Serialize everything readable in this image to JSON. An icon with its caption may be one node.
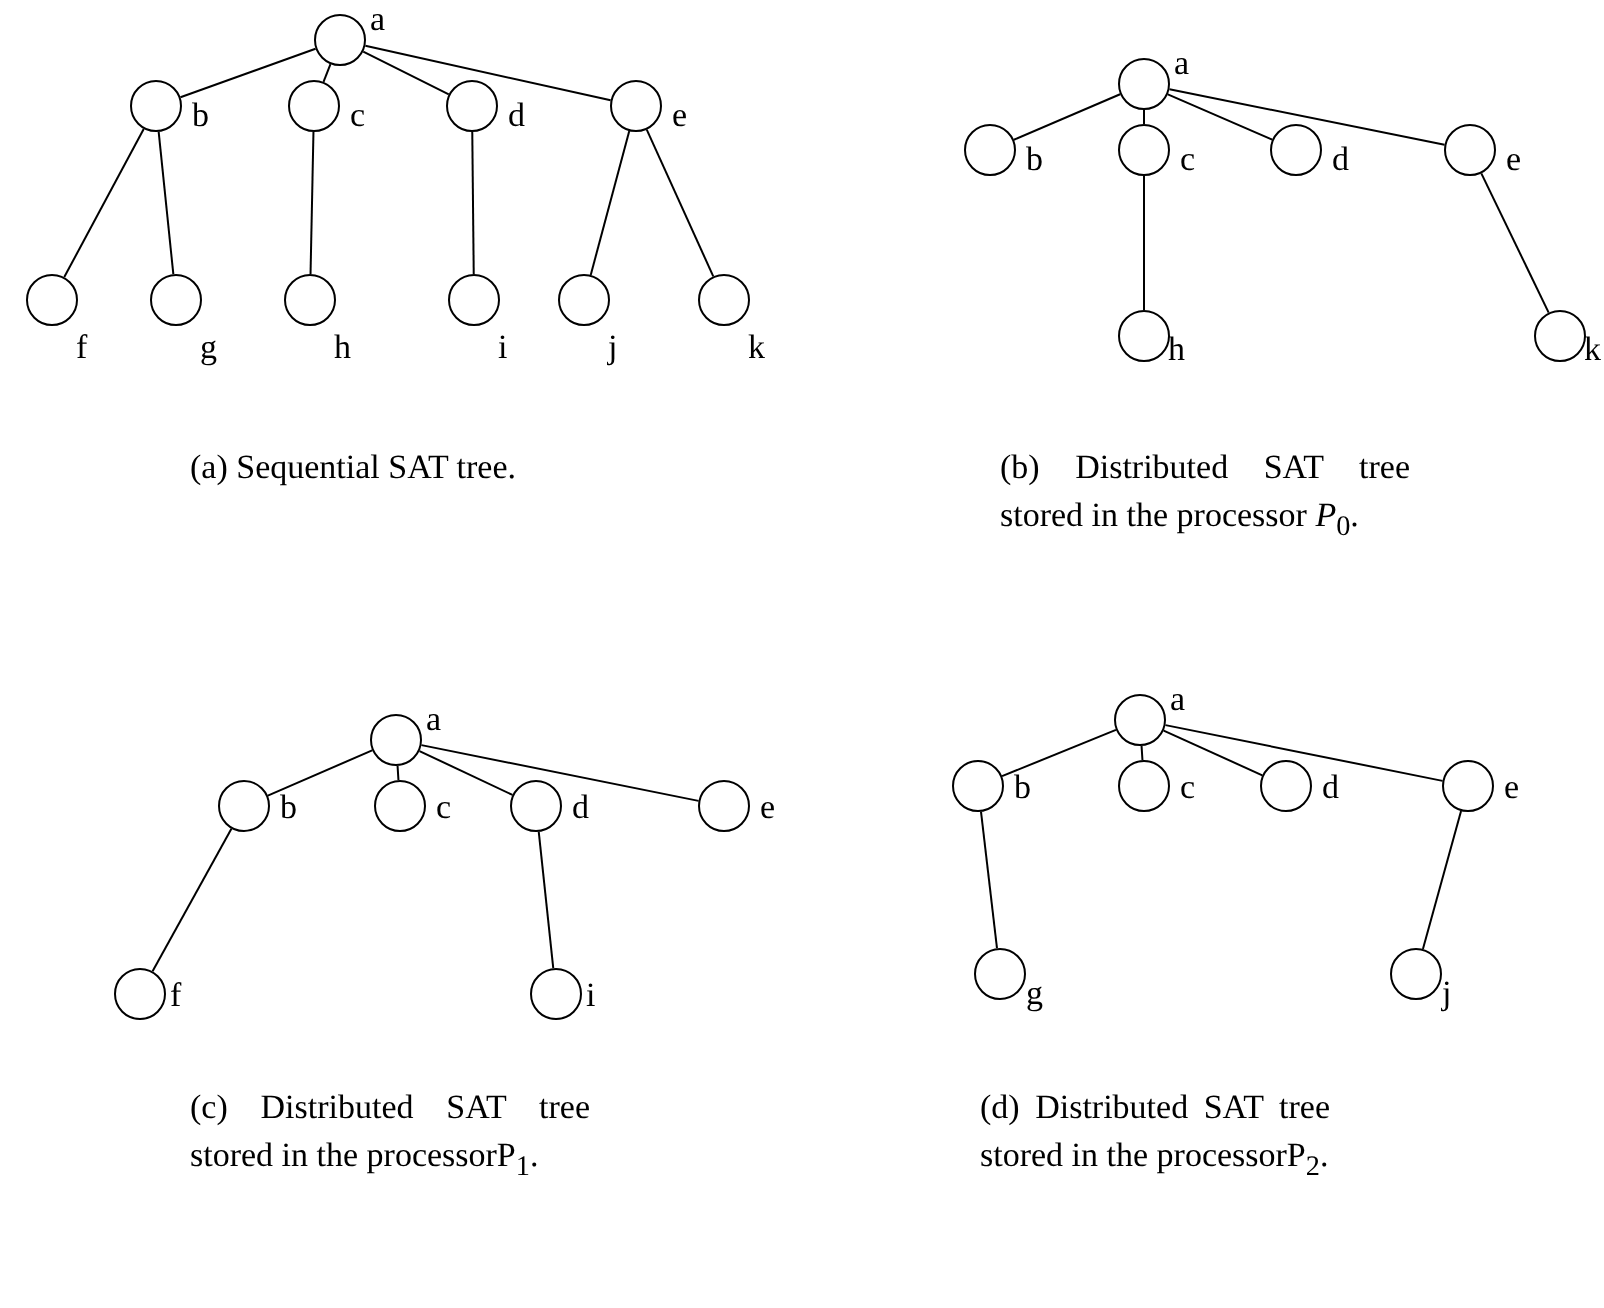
{
  "diagram": {
    "nodes": [
      {
        "text": [],
        "shape": "circle",
        "beside": [
          "a"
        ]
      },
      {
        "text": [],
        "shape": "circle",
        "beside": [
          "b"
        ]
      },
      {
        "text": [],
        "shape": "circle",
        "beside": [
          "c"
        ]
      },
      {
        "text": [],
        "shape": "circle",
        "beside": [
          "d"
        ]
      },
      {
        "text": [],
        "shape": "circle",
        "beside": [
          "e"
        ]
      },
      {
        "text": [],
        "shape": "circle",
        "beside": [
          "f"
        ]
      },
      {
        "text": [],
        "shape": "circle",
        "beside": [
          "g"
        ]
      },
      {
        "text": [],
        "shape": "circle",
        "beside": [
          "h"
        ]
      },
      {
        "text": [],
        "shape": "circle",
        "beside": [
          "i"
        ]
      },
      {
        "text": [],
        "shape": "circle",
        "beside": [
          "j"
        ]
      },
      {
        "text": [],
        "shape": "circle",
        "beside": [
          "k"
        ]
      },
      {
        "text": [],
        "shape": "circle",
        "beside": [
          "a"
        ]
      },
      {
        "text": [],
        "shape": "circle",
        "beside": [
          "b"
        ]
      },
      {
        "text": [],
        "shape": "circle",
        "beside": [
          "c"
        ]
      },
      {
        "text": [],
        "shape": "circle",
        "beside": [
          "d"
        ]
      },
      {
        "text": [],
        "shape": "circle",
        "beside": [
          "e"
        ]
      },
      {
        "text": [],
        "shape": "circle",
        "beside": [
          "h"
        ]
      },
      {
        "text": [],
        "shape": "circle",
        "beside": [
          "k"
        ]
      },
      {
        "text": [],
        "shape": "circle",
        "beside": [
          "a"
        ]
      },
      {
        "text": [],
        "shape": "circle",
        "beside": [
          "b"
        ]
      },
      {
        "text": [],
        "shape": "circle",
        "beside": [
          "c"
        ]
      },
      {
        "text": [],
        "shape": "circle",
        "beside": [
          "d"
        ]
      },
      {
        "text": [],
        "shape": "circle",
        "beside": [
          "e"
        ]
      },
      {
        "text": [],
        "shape": "circle",
        "beside": [
          "f"
        ]
      },
      {
        "text": [],
        "shape": "circle",
        "beside": [
          "i"
        ]
      },
      {
        "text": [],
        "shape": "circle",
        "beside": [
          "a"
        ]
      },
      {
        "text": [],
        "shape": "circle",
        "beside": [
          "b"
        ]
      },
      {
        "text": [],
        "shape": "circle",
        "beside": [
          "c"
        ]
      },
      {
        "text": [],
        "shape": "circle",
        "beside": [
          "d"
        ]
      },
      {
        "text": [],
        "shape": "circle",
        "beside": [
          "e"
        ]
      },
      {
        "text": [],
        "shape": "circle",
        "beside": [
          "g"
        ]
      },
      {
        "text": [],
        "shape": "circle",
        "beside": [
          "j"
        ]
      }
    ],
    "edges": [
      {
        "from": 0,
        "to": 1,
        "arrow": "none"
      },
      {
        "from": 0,
        "to": 2,
        "arrow": "none"
      },
      {
        "from": 0,
        "to": 3,
        "arrow": "none"
      },
      {
        "from": 0,
        "to": 4,
        "arrow": "none"
      },
      {
        "from": 1,
        "to": 5,
        "arrow": "none"
      },
      {
        "from": 1,
        "to": 6,
        "arrow": "none"
      },
      {
        "from": 2,
        "to": 7,
        "arrow": "none"
      },
      {
        "from": 3,
        "to": 8,
        "arrow": "none"
      },
      {
        "from": 4,
        "to": 9,
        "arrow": "none"
      },
      {
        "from": 4,
        "to": 10,
        "arrow": "none"
      },
      {
        "from": 11,
        "to": 12,
        "arrow": "none"
      },
      {
        "from": 11,
        "to": 13,
        "arrow": "none"
      },
      {
        "from": 11,
        "to": 14,
        "arrow": "none"
      },
      {
        "from": 11,
        "to": 15,
        "arrow": "none"
      },
      {
        "from": 13,
        "to": 16,
        "arrow": "none"
      },
      {
        "from": 15,
        "to": 17,
        "arrow": "none"
      },
      {
        "from": 18,
        "to": 19,
        "arrow": "none"
      },
      {
        "from": 18,
        "to": 20,
        "arrow": "none"
      },
      {
        "from": 18,
        "to": 21,
        "arrow": "none"
      },
      {
        "from": 18,
        "to": 22,
        "arrow": "none"
      },
      {
        "from": 19,
        "to": 23,
        "arrow": "none"
      },
      {
        "from": 21,
        "to": 24,
        "arrow": "none"
      },
      {
        "from": 25,
        "to": 26,
        "arrow": "none"
      },
      {
        "from": 25,
        "to": 27,
        "arrow": "none"
      },
      {
        "from": 25,
        "to": 28,
        "arrow": "none"
      },
      {
        "from": 25,
        "to": 29,
        "arrow": "none"
      },
      {
        "from": 26,
        "to": 30,
        "arrow": "none"
      },
      {
        "from": 29,
        "to": 31,
        "arrow": "none"
      }
    ],
    "labels": [
      "(a) Sequential SAT tree.",
      "(b) Distributed SAT tree stored in the processor *P*$_{0}$.",
      "(c) Distributed SAT tree stored in the processorP$_{1}$.",
      "(d) Distributed SAT tree stored in the processorP$_{2}$."
    ]
  }
}
